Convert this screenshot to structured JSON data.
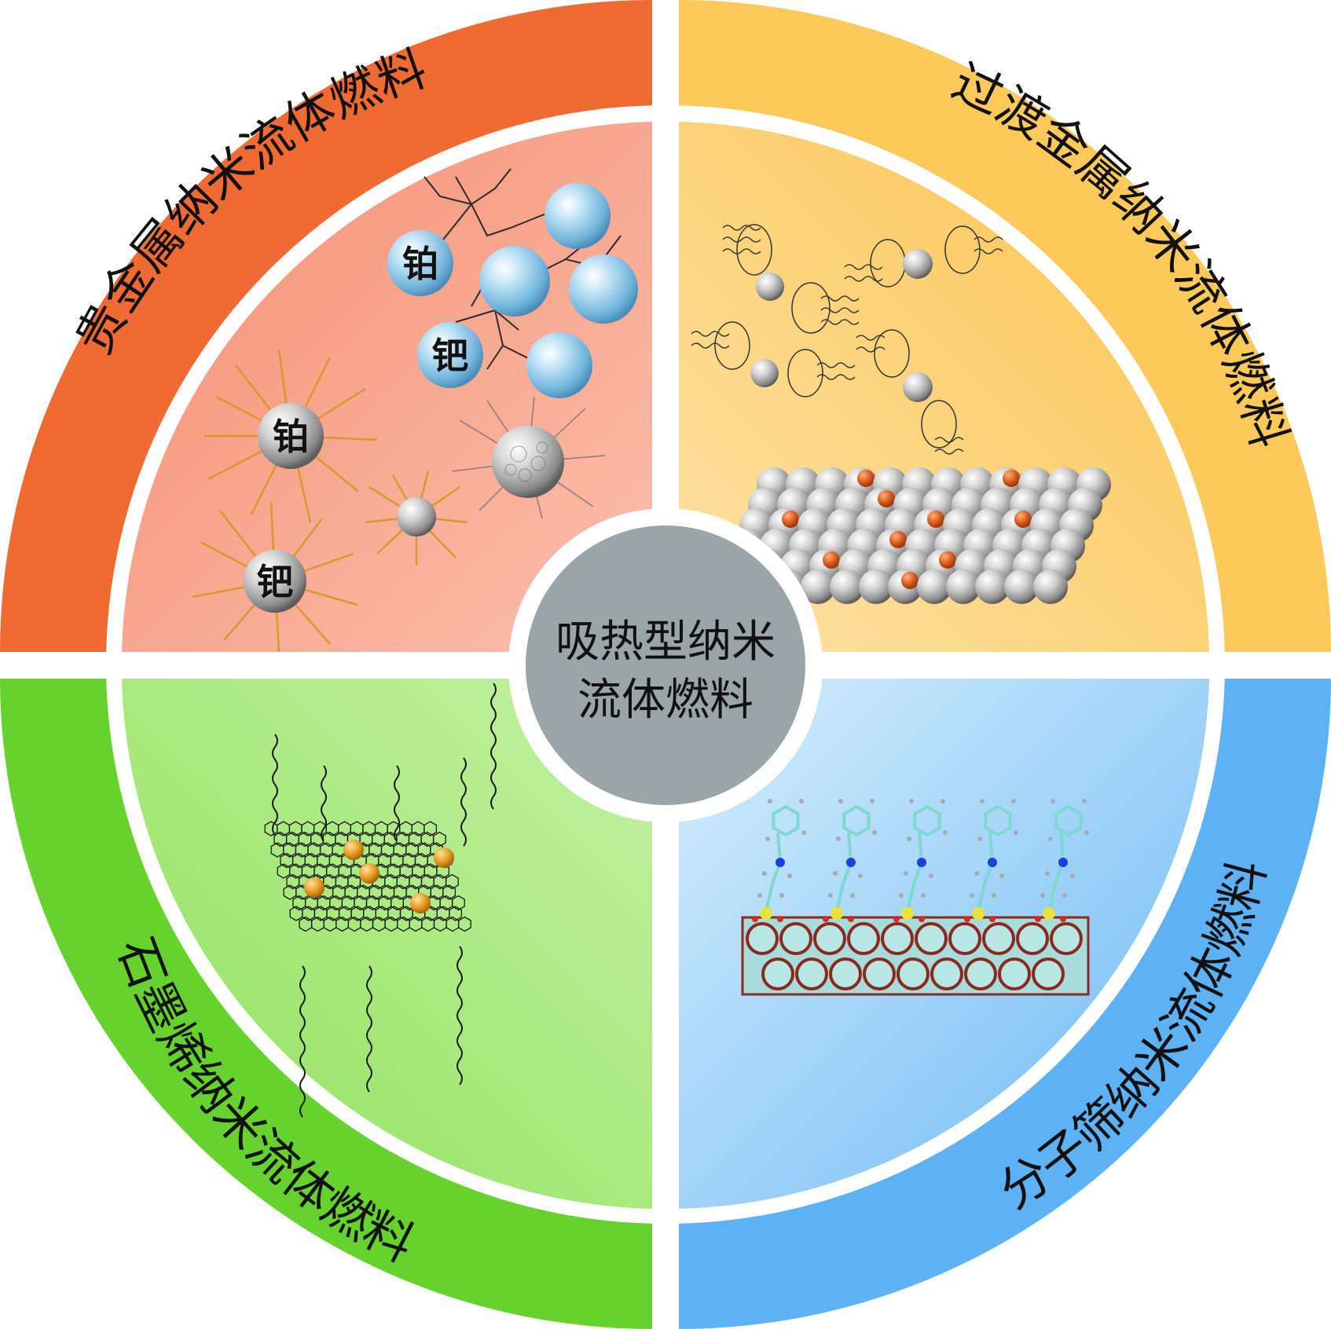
{
  "center": {
    "line1": "吸热型纳米",
    "line2": "流体燃料",
    "color": "#9aa5a8"
  },
  "quadrants": {
    "top_left": {
      "title": "贵金属纳米流体燃料",
      "ring_color": "#f06a34",
      "fill_color": "#f8a890",
      "particle_labels": [
        "铂",
        "钯",
        "铂",
        "钯"
      ]
    },
    "top_right": {
      "title": "过渡金属纳米流体燃料",
      "ring_color": "#fcc95a",
      "fill_color": "#fbd57e"
    },
    "bottom_left": {
      "title": "石墨烯纳米流体燃料",
      "ring_color": "#66d22e",
      "fill_color": "#a9ea84"
    },
    "bottom_right": {
      "title": "分子筛纳米流体燃料",
      "ring_color": "#5cb2f5",
      "fill_color": "#a6d6fa"
    }
  }
}
